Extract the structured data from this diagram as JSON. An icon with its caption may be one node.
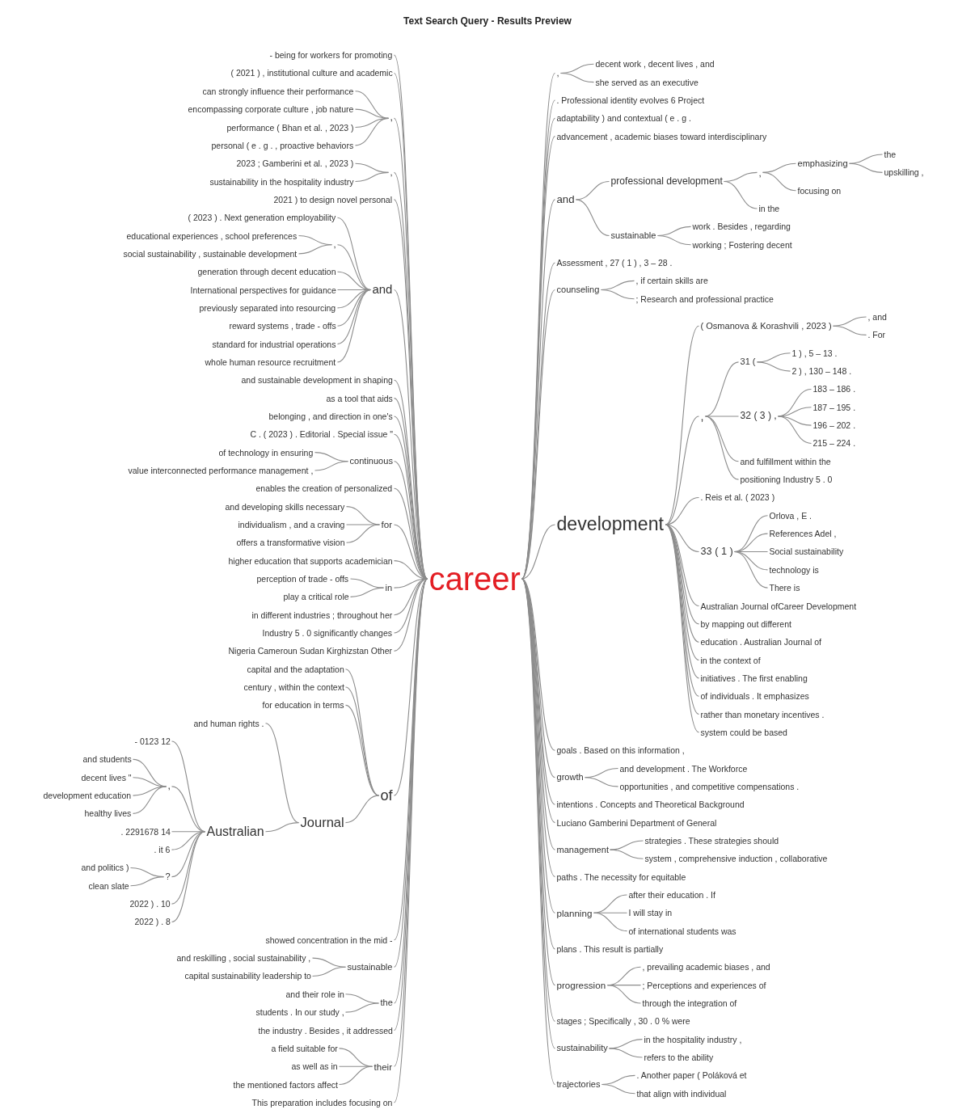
{
  "diagram": {
    "title": "Text Search Query - Results Preview",
    "nodes": [
      {
        "text": [
          "career"
        ]
      },
      {
        "text": [
          "- being for workers for promoting"
        ]
      },
      {
        "text": [
          "( 2021 ) , institutional culture and academic"
        ]
      },
      {
        "text": [
          ","
        ]
      },
      {
        "text": [
          "can strongly influence their performance"
        ]
      },
      {
        "text": [
          "encompassing corporate culture , job nature"
        ]
      },
      {
        "text": [
          "performance ( Bhan et al. , 2023 )"
        ]
      },
      {
        "text": [
          "personal ( e . g . , proactive behaviors"
        ]
      },
      {
        "text": [
          ","
        ]
      },
      {
        "text": [
          "2023 ; Gamberini et al. , 2023 )"
        ]
      },
      {
        "text": [
          "sustainability in the hospitality industry"
        ]
      },
      {
        "text": [
          "2021 ) to design novel personal"
        ]
      },
      {
        "text": [
          "and"
        ]
      },
      {
        "text": [
          "( 2023 ) . Next generation employability"
        ]
      },
      {
        "text": [
          ","
        ]
      },
      {
        "text": [
          "educational experiences , school preferences"
        ]
      },
      {
        "text": [
          "social sustainability , sustainable development"
        ]
      },
      {
        "text": [
          "generation through decent education"
        ]
      },
      {
        "text": [
          "International perspectives for guidance"
        ]
      },
      {
        "text": [
          "previously separated into resourcing"
        ]
      },
      {
        "text": [
          "reward systems , trade - offs"
        ]
      },
      {
        "text": [
          "standard for industrial operations"
        ]
      },
      {
        "text": [
          "whole human resource recruitment"
        ]
      },
      {
        "text": [
          "and sustainable development in shaping"
        ]
      },
      {
        "text": [
          "as a tool that aids"
        ]
      },
      {
        "text": [
          "belonging , and direction in one's"
        ]
      },
      {
        "text": [
          "C . ( 2023 ) . Editorial . Special issue \""
        ]
      },
      {
        "text": [
          "continuous"
        ]
      },
      {
        "text": [
          "of technology in ensuring"
        ]
      },
      {
        "text": [
          "value interconnected performance management ,"
        ]
      },
      {
        "text": [
          "enables the creation of personalized"
        ]
      },
      {
        "text": [
          "for"
        ]
      },
      {
        "text": [
          "and developing skills necessary"
        ]
      },
      {
        "text": [
          "individualism , and a craving"
        ]
      },
      {
        "text": [
          "offers a transformative vision"
        ]
      },
      {
        "text": [
          "higher education that supports academician"
        ]
      },
      {
        "text": [
          "in"
        ]
      },
      {
        "text": [
          "perception of trade - offs"
        ]
      },
      {
        "text": [
          "play a critical role"
        ]
      },
      {
        "text": [
          "in different industries ; throughout her"
        ]
      },
      {
        "text": [
          "Industry 5 . 0 significantly changes"
        ]
      },
      {
        "text": [
          "Nigeria Cameroun Sudan Kirghizstan Other"
        ]
      },
      {
        "text": [
          "of"
        ]
      },
      {
        "text": [
          "capital and the adaptation"
        ]
      },
      {
        "text": [
          "century , within the context"
        ]
      },
      {
        "text": [
          "for education in terms"
        ]
      },
      {
        "text": [
          "Journal"
        ]
      },
      {
        "text": [
          "and human rights ."
        ]
      },
      {
        "text": [
          "Australian"
        ]
      },
      {
        "text": [
          "- 0123 12"
        ]
      },
      {
        "text": [
          ","
        ]
      },
      {
        "text": [
          "and students"
        ]
      },
      {
        "text": [
          "decent lives \""
        ]
      },
      {
        "text": [
          "development education"
        ]
      },
      {
        "text": [
          "healthy lives"
        ]
      },
      {
        "text": [
          ". 2291678 14"
        ]
      },
      {
        "text": [
          ". it 6"
        ]
      },
      {
        "text": [
          "?"
        ]
      },
      {
        "text": [
          "and politics )"
        ]
      },
      {
        "text": [
          "clean slate"
        ]
      },
      {
        "text": [
          "2022 ) . 10"
        ]
      },
      {
        "text": [
          "2022 ) . 8"
        ]
      },
      {
        "text": [
          "showed concentration in the mid -"
        ]
      },
      {
        "text": [
          "sustainable"
        ]
      },
      {
        "text": [
          "and reskilling , social sustainability ,"
        ]
      },
      {
        "text": [
          "capital sustainability leadership to"
        ]
      },
      {
        "text": [
          "the"
        ]
      },
      {
        "text": [
          "and their role in"
        ]
      },
      {
        "text": [
          "students . In our study ,"
        ]
      },
      {
        "text": [
          "the industry . Besides , it addressed"
        ]
      },
      {
        "text": [
          "their"
        ]
      },
      {
        "text": [
          "a field suitable for"
        ]
      },
      {
        "text": [
          "as well as in"
        ]
      },
      {
        "text": [
          "the mentioned factors affect"
        ]
      },
      {
        "text": [
          "This preparation includes focusing on"
        ]
      },
      {
        "text": [
          ","
        ]
      },
      {
        "text": [
          "decent work , decent lives , and"
        ]
      },
      {
        "text": [
          "she served as an executive"
        ]
      },
      {
        "text": [
          ". Professional identity evolves 6 Project"
        ]
      },
      {
        "text": [
          "adaptability ) and contextual ( e . g ."
        ]
      },
      {
        "text": [
          "advancement , academic biases toward interdisciplinary"
        ]
      },
      {
        "text": [
          "and"
        ]
      },
      {
        "text": [
          "professional development"
        ]
      },
      {
        "text": [
          ","
        ]
      },
      {
        "text": [
          "emphasizing"
        ]
      },
      {
        "text": [
          "the"
        ]
      },
      {
        "text": [
          "upskilling ,"
        ]
      },
      {
        "text": [
          "focusing on"
        ]
      },
      {
        "text": [
          "in the"
        ]
      },
      {
        "text": [
          "sustainable"
        ]
      },
      {
        "text": [
          "work . Besides , regarding"
        ]
      },
      {
        "text": [
          "working ; Fostering decent"
        ]
      },
      {
        "text": [
          "Assessment , 27 ( 1 ) , 3 – 28 ."
        ]
      },
      {
        "text": [
          "counseling"
        ]
      },
      {
        "text": [
          ", if certain skills are"
        ]
      },
      {
        "text": [
          "; Research and professional practice"
        ]
      },
      {
        "text": [
          "development"
        ]
      },
      {
        "text": [
          "( Osmanova & Korashvili , 2023 )"
        ]
      },
      {
        "text": [
          ", and"
        ]
      },
      {
        "text": [
          ". For"
        ]
      },
      {
        "text": [
          ","
        ]
      },
      {
        "text": [
          "31 ("
        ]
      },
      {
        "text": [
          "1 ) , 5 – 13 ."
        ]
      },
      {
        "text": [
          "2 ) , 130 – 148 ."
        ]
      },
      {
        "text": [
          "32 ( 3 ) ,"
        ]
      },
      {
        "text": [
          "183 – 186 ."
        ]
      },
      {
        "text": [
          "187 – 195 ."
        ]
      },
      {
        "text": [
          "196 – 202 ."
        ]
      },
      {
        "text": [
          "215 – 224 ."
        ]
      },
      {
        "text": [
          "and fulfillment within the"
        ]
      },
      {
        "text": [
          "positioning Industry 5 . 0"
        ]
      },
      {
        "text": [
          ". Reis et al. ( 2023 )"
        ]
      },
      {
        "text": [
          "33 ( 1 )"
        ]
      },
      {
        "text": [
          "Orlova , E ."
        ]
      },
      {
        "text": [
          "References Adel ,"
        ]
      },
      {
        "text": [
          "Social sustainability"
        ]
      },
      {
        "text": [
          "technology is"
        ]
      },
      {
        "text": [
          "There is"
        ]
      },
      {
        "text": [
          "Australian Journal ofCareer Development"
        ]
      },
      {
        "text": [
          "by mapping out different"
        ]
      },
      {
        "text": [
          "education . Australian Journal of"
        ]
      },
      {
        "text": [
          "in the context of"
        ]
      },
      {
        "text": [
          "initiatives . The first enabling"
        ]
      },
      {
        "text": [
          "of individuals . It emphasizes"
        ]
      },
      {
        "text": [
          "rather than monetary incentives ."
        ]
      },
      {
        "text": [
          "system could be based"
        ]
      },
      {
        "text": [
          "goals . Based on this information ,"
        ]
      },
      {
        "text": [
          "growth"
        ]
      },
      {
        "text": [
          "and development . The Workforce"
        ]
      },
      {
        "text": [
          "opportunities , and competitive compensations ."
        ]
      },
      {
        "text": [
          "intentions . Concepts and Theoretical Background"
        ]
      },
      {
        "text": [
          "Luciano Gamberini Department of General"
        ]
      },
      {
        "text": [
          "management"
        ]
      },
      {
        "text": [
          "strategies . These strategies should"
        ]
      },
      {
        "text": [
          "system , comprehensive induction , collaborative"
        ]
      },
      {
        "text": [
          "paths . The necessity for equitable"
        ]
      },
      {
        "text": [
          "planning"
        ]
      },
      {
        "text": [
          "after their education . If"
        ]
      },
      {
        "text": [
          "I will stay in"
        ]
      },
      {
        "text": [
          "of international students was"
        ]
      },
      {
        "text": [
          "plans . This result is partially"
        ]
      },
      {
        "text": [
          "progression"
        ]
      },
      {
        "text": [
          ", prevailing academic biases , and"
        ]
      },
      {
        "text": [
          "; Perceptions and experiences of"
        ]
      },
      {
        "text": [
          "through the integration of"
        ]
      },
      {
        "text": [
          "stages ; Specifically , 30 . 0 % were"
        ]
      },
      {
        "text": [
          "sustainability"
        ]
      },
      {
        "text": [
          "in the hospitality industry ,"
        ]
      },
      {
        "text": [
          "refers to the ability"
        ]
      },
      {
        "text": [
          "trajectories"
        ]
      },
      {
        "text": [
          ". Another paper ( Poláková et"
        ]
      },
      {
        "text": [
          "that align with individual"
        ]
      }
    ],
    "edges": [
      {
        "from": 1,
        "to": 0,
        "arrow": "none"
      },
      {
        "from": 2,
        "to": 0,
        "arrow": "none"
      },
      {
        "from": 3,
        "to": 0,
        "arrow": "none"
      },
      {
        "from": 4,
        "to": 3,
        "arrow": "none"
      },
      {
        "from": 5,
        "to": 3,
        "arrow": "none"
      },
      {
        "from": 6,
        "to": 3,
        "arrow": "none"
      },
      {
        "from": 7,
        "to": 3,
        "arrow": "none"
      },
      {
        "from": 8,
        "to": 0,
        "arrow": "none"
      },
      {
        "from": 9,
        "to": 8,
        "arrow": "none"
      },
      {
        "from": 10,
        "to": 8,
        "arrow": "none"
      },
      {
        "from": 11,
        "to": 0,
        "arrow": "none"
      },
      {
        "from": 12,
        "to": 0,
        "arrow": "none"
      },
      {
        "from": 13,
        "to": 12,
        "arrow": "none"
      },
      {
        "from": 14,
        "to": 12,
        "arrow": "none"
      },
      {
        "from": 15,
        "to": 14,
        "arrow": "none"
      },
      {
        "from": 16,
        "to": 14,
        "arrow": "none"
      },
      {
        "from": 17,
        "to": 12,
        "arrow": "none"
      },
      {
        "from": 18,
        "to": 12,
        "arrow": "none"
      },
      {
        "from": 19,
        "to": 12,
        "arrow": "none"
      },
      {
        "from": 20,
        "to": 12,
        "arrow": "none"
      },
      {
        "from": 21,
        "to": 12,
        "arrow": "none"
      },
      {
        "from": 22,
        "to": 12,
        "arrow": "none"
      },
      {
        "from": 23,
        "to": 0,
        "arrow": "none"
      },
      {
        "from": 24,
        "to": 0,
        "arrow": "none"
      },
      {
        "from": 25,
        "to": 0,
        "arrow": "none"
      },
      {
        "from": 26,
        "to": 0,
        "arrow": "none"
      },
      {
        "from": 27,
        "to": 0,
        "arrow": "none"
      },
      {
        "from": 28,
        "to": 27,
        "arrow": "none"
      },
      {
        "from": 29,
        "to": 27,
        "arrow": "none"
      },
      {
        "from": 30,
        "to": 0,
        "arrow": "none"
      },
      {
        "from": 31,
        "to": 0,
        "arrow": "none"
      },
      {
        "from": 32,
        "to": 31,
        "arrow": "none"
      },
      {
        "from": 33,
        "to": 31,
        "arrow": "none"
      },
      {
        "from": 34,
        "to": 31,
        "arrow": "none"
      },
      {
        "from": 35,
        "to": 0,
        "arrow": "none"
      },
      {
        "from": 36,
        "to": 0,
        "arrow": "none"
      },
      {
        "from": 37,
        "to": 36,
        "arrow": "none"
      },
      {
        "from": 38,
        "to": 36,
        "arrow": "none"
      },
      {
        "from": 39,
        "to": 0,
        "arrow": "none"
      },
      {
        "from": 40,
        "to": 0,
        "arrow": "none"
      },
      {
        "from": 41,
        "to": 0,
        "arrow": "none"
      },
      {
        "from": 42,
        "to": 0,
        "arrow": "none"
      },
      {
        "from": 43,
        "to": 42,
        "arrow": "none"
      },
      {
        "from": 44,
        "to": 42,
        "arrow": "none"
      },
      {
        "from": 45,
        "to": 42,
        "arrow": "none"
      },
      {
        "from": 46,
        "to": 42,
        "arrow": "none"
      },
      {
        "from": 47,
        "to": 46,
        "arrow": "none"
      },
      {
        "from": 48,
        "to": 46,
        "arrow": "none"
      },
      {
        "from": 49,
        "to": 48,
        "arrow": "none"
      },
      {
        "from": 50,
        "to": 48,
        "arrow": "none"
      },
      {
        "from": 51,
        "to": 50,
        "arrow": "none"
      },
      {
        "from": 52,
        "to": 50,
        "arrow": "none"
      },
      {
        "from": 53,
        "to": 50,
        "arrow": "none"
      },
      {
        "from": 54,
        "to": 50,
        "arrow": "none"
      },
      {
        "from": 55,
        "to": 48,
        "arrow": "none"
      },
      {
        "from": 56,
        "to": 48,
        "arrow": "none"
      },
      {
        "from": 57,
        "to": 48,
        "arrow": "none"
      },
      {
        "from": 58,
        "to": 57,
        "arrow": "none"
      },
      {
        "from": 59,
        "to": 57,
        "arrow": "none"
      },
      {
        "from": 60,
        "to": 48,
        "arrow": "none"
      },
      {
        "from": 61,
        "to": 48,
        "arrow": "none"
      },
      {
        "from": 62,
        "to": 0,
        "arrow": "none"
      },
      {
        "from": 63,
        "to": 0,
        "arrow": "none"
      },
      {
        "from": 64,
        "to": 63,
        "arrow": "none"
      },
      {
        "from": 65,
        "to": 63,
        "arrow": "none"
      },
      {
        "from": 66,
        "to": 0,
        "arrow": "none"
      },
      {
        "from": 67,
        "to": 66,
        "arrow": "none"
      },
      {
        "from": 68,
        "to": 66,
        "arrow": "none"
      },
      {
        "from": 69,
        "to": 0,
        "arrow": "none"
      },
      {
        "from": 70,
        "to": 0,
        "arrow": "none"
      },
      {
        "from": 71,
        "to": 70,
        "arrow": "none"
      },
      {
        "from": 72,
        "to": 70,
        "arrow": "none"
      },
      {
        "from": 73,
        "to": 70,
        "arrow": "none"
      },
      {
        "from": 74,
        "to": 0,
        "arrow": "none"
      },
      {
        "from": 0,
        "to": 75,
        "arrow": "none"
      },
      {
        "from": 75,
        "to": 76,
        "arrow": "none"
      },
      {
        "from": 75,
        "to": 77,
        "arrow": "none"
      },
      {
        "from": 0,
        "to": 78,
        "arrow": "none"
      },
      {
        "from": 0,
        "to": 79,
        "arrow": "none"
      },
      {
        "from": 0,
        "to": 80,
        "arrow": "none"
      },
      {
        "from": 0,
        "to": 81,
        "arrow": "none"
      },
      {
        "from": 81,
        "to": 82,
        "arrow": "none"
      },
      {
        "from": 82,
        "to": 83,
        "arrow": "none"
      },
      {
        "from": 83,
        "to": 84,
        "arrow": "none"
      },
      {
        "from": 84,
        "to": 85,
        "arrow": "none"
      },
      {
        "from": 84,
        "to": 86,
        "arrow": "none"
      },
      {
        "from": 83,
        "to": 87,
        "arrow": "none"
      },
      {
        "from": 82,
        "to": 88,
        "arrow": "none"
      },
      {
        "from": 81,
        "to": 89,
        "arrow": "none"
      },
      {
        "from": 89,
        "to": 90,
        "arrow": "none"
      },
      {
        "from": 89,
        "to": 91,
        "arrow": "none"
      },
      {
        "from": 0,
        "to": 92,
        "arrow": "none"
      },
      {
        "from": 0,
        "to": 93,
        "arrow": "none"
      },
      {
        "from": 93,
        "to": 94,
        "arrow": "none"
      },
      {
        "from": 93,
        "to": 95,
        "arrow": "none"
      },
      {
        "from": 0,
        "to": 96,
        "arrow": "none"
      },
      {
        "from": 96,
        "to": 97,
        "arrow": "none"
      },
      {
        "from": 97,
        "to": 98,
        "arrow": "none"
      },
      {
        "from": 97,
        "to": 99,
        "arrow": "none"
      },
      {
        "from": 96,
        "to": 100,
        "arrow": "none"
      },
      {
        "from": 100,
        "to": 101,
        "arrow": "none"
      },
      {
        "from": 101,
        "to": 102,
        "arrow": "none"
      },
      {
        "from": 101,
        "to": 103,
        "arrow": "none"
      },
      {
        "from": 100,
        "to": 104,
        "arrow": "none"
      },
      {
        "from": 104,
        "to": 105,
        "arrow": "none"
      },
      {
        "from": 104,
        "to": 106,
        "arrow": "none"
      },
      {
        "from": 104,
        "to": 107,
        "arrow": "none"
      },
      {
        "from": 104,
        "to": 108,
        "arrow": "none"
      },
      {
        "from": 100,
        "to": 109,
        "arrow": "none"
      },
      {
        "from": 100,
        "to": 110,
        "arrow": "none"
      },
      {
        "from": 96,
        "to": 111,
        "arrow": "none"
      },
      {
        "from": 96,
        "to": 112,
        "arrow": "none"
      },
      {
        "from": 112,
        "to": 113,
        "arrow": "none"
      },
      {
        "from": 112,
        "to": 114,
        "arrow": "none"
      },
      {
        "from": 112,
        "to": 115,
        "arrow": "none"
      },
      {
        "from": 112,
        "to": 116,
        "arrow": "none"
      },
      {
        "from": 112,
        "to": 117,
        "arrow": "none"
      },
      {
        "from": 96,
        "to": 118,
        "arrow": "none"
      },
      {
        "from": 96,
        "to": 119,
        "arrow": "none"
      },
      {
        "from": 96,
        "to": 120,
        "arrow": "none"
      },
      {
        "from": 96,
        "to": 121,
        "arrow": "none"
      },
      {
        "from": 96,
        "to": 122,
        "arrow": "none"
      },
      {
        "from": 96,
        "to": 123,
        "arrow": "none"
      },
      {
        "from": 96,
        "to": 124,
        "arrow": "none"
      },
      {
        "from": 96,
        "to": 125,
        "arrow": "none"
      },
      {
        "from": 0,
        "to": 126,
        "arrow": "none"
      },
      {
        "from": 0,
        "to": 127,
        "arrow": "none"
      },
      {
        "from": 127,
        "to": 128,
        "arrow": "none"
      },
      {
        "from": 127,
        "to": 129,
        "arrow": "none"
      },
      {
        "from": 0,
        "to": 130,
        "arrow": "none"
      },
      {
        "from": 0,
        "to": 131,
        "arrow": "none"
      },
      {
        "from": 0,
        "to": 132,
        "arrow": "none"
      },
      {
        "from": 132,
        "to": 133,
        "arrow": "none"
      },
      {
        "from": 132,
        "to": 134,
        "arrow": "none"
      },
      {
        "from": 0,
        "to": 135,
        "arrow": "none"
      },
      {
        "from": 0,
        "to": 136,
        "arrow": "none"
      },
      {
        "from": 136,
        "to": 137,
        "arrow": "none"
      },
      {
        "from": 136,
        "to": 138,
        "arrow": "none"
      },
      {
        "from": 136,
        "to": 139,
        "arrow": "none"
      },
      {
        "from": 0,
        "to": 140,
        "arrow": "none"
      },
      {
        "from": 0,
        "to": 141,
        "arrow": "none"
      },
      {
        "from": 141,
        "to": 142,
        "arrow": "none"
      },
      {
        "from": 141,
        "to": 143,
        "arrow": "none"
      },
      {
        "from": 141,
        "to": 144,
        "arrow": "none"
      },
      {
        "from": 0,
        "to": 145,
        "arrow": "none"
      },
      {
        "from": 0,
        "to": 146,
        "arrow": "none"
      },
      {
        "from": 146,
        "to": 147,
        "arrow": "none"
      },
      {
        "from": 146,
        "to": 148,
        "arrow": "none"
      },
      {
        "from": 0,
        "to": 149,
        "arrow": "none"
      },
      {
        "from": 149,
        "to": 150,
        "arrow": "none"
      },
      {
        "from": 149,
        "to": 151,
        "arrow": "none"
      }
    ]
  }
}
